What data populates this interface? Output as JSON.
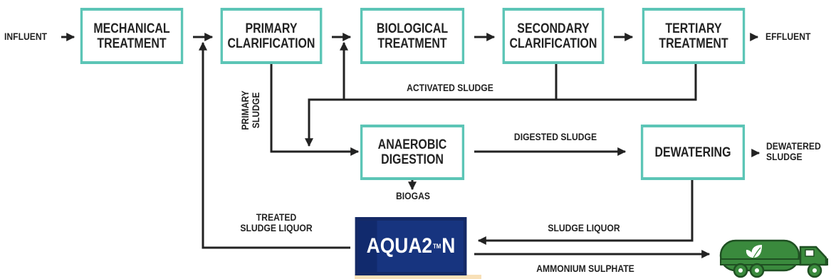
{
  "processes": {
    "mechanical": "MECHANICAL\nTREATMENT",
    "primary": "PRIMARY\nCLARIFICATION",
    "biological": "BIOLOGICAL\nTREATMENT",
    "secondary": "SECONDARY\nCLARIFICATION",
    "tertiary": "TERTIARY\nTREATMENT",
    "anaerobic": "ANAEROBIC\nDIGESTION",
    "dewatering": "DEWATERING"
  },
  "labels": {
    "influent": "INFLUENT",
    "effluent": "EFFLUENT",
    "activated_sludge": "ACTIVATED SLUDGE",
    "primary_sludge": "PRIMARY\nSLUDGE",
    "digested_sludge": "DIGESTED SLUDGE",
    "dewatered_sludge": "DEWATERED\nSLUDGE",
    "biogas": "BIOGAS",
    "treated_sludge_liquor": "TREATED\nSLUDGE LIQUOR",
    "sludge_liquor": "SLUDGE LIQUOR",
    "ammonium_sulphate": "AMMONIUM SULPHATE"
  },
  "aqua": {
    "name_part1": "AQUA2",
    "trademark": "TM",
    "name_part2": "N"
  },
  "colors": {
    "box_border": "#5cc5b6",
    "line": "#222222",
    "aqua_bg": "#17347f",
    "truck": "#3a8a3d"
  },
  "icons": {
    "truck": "tanker-truck-icon",
    "leaf": "leaf-icon"
  }
}
